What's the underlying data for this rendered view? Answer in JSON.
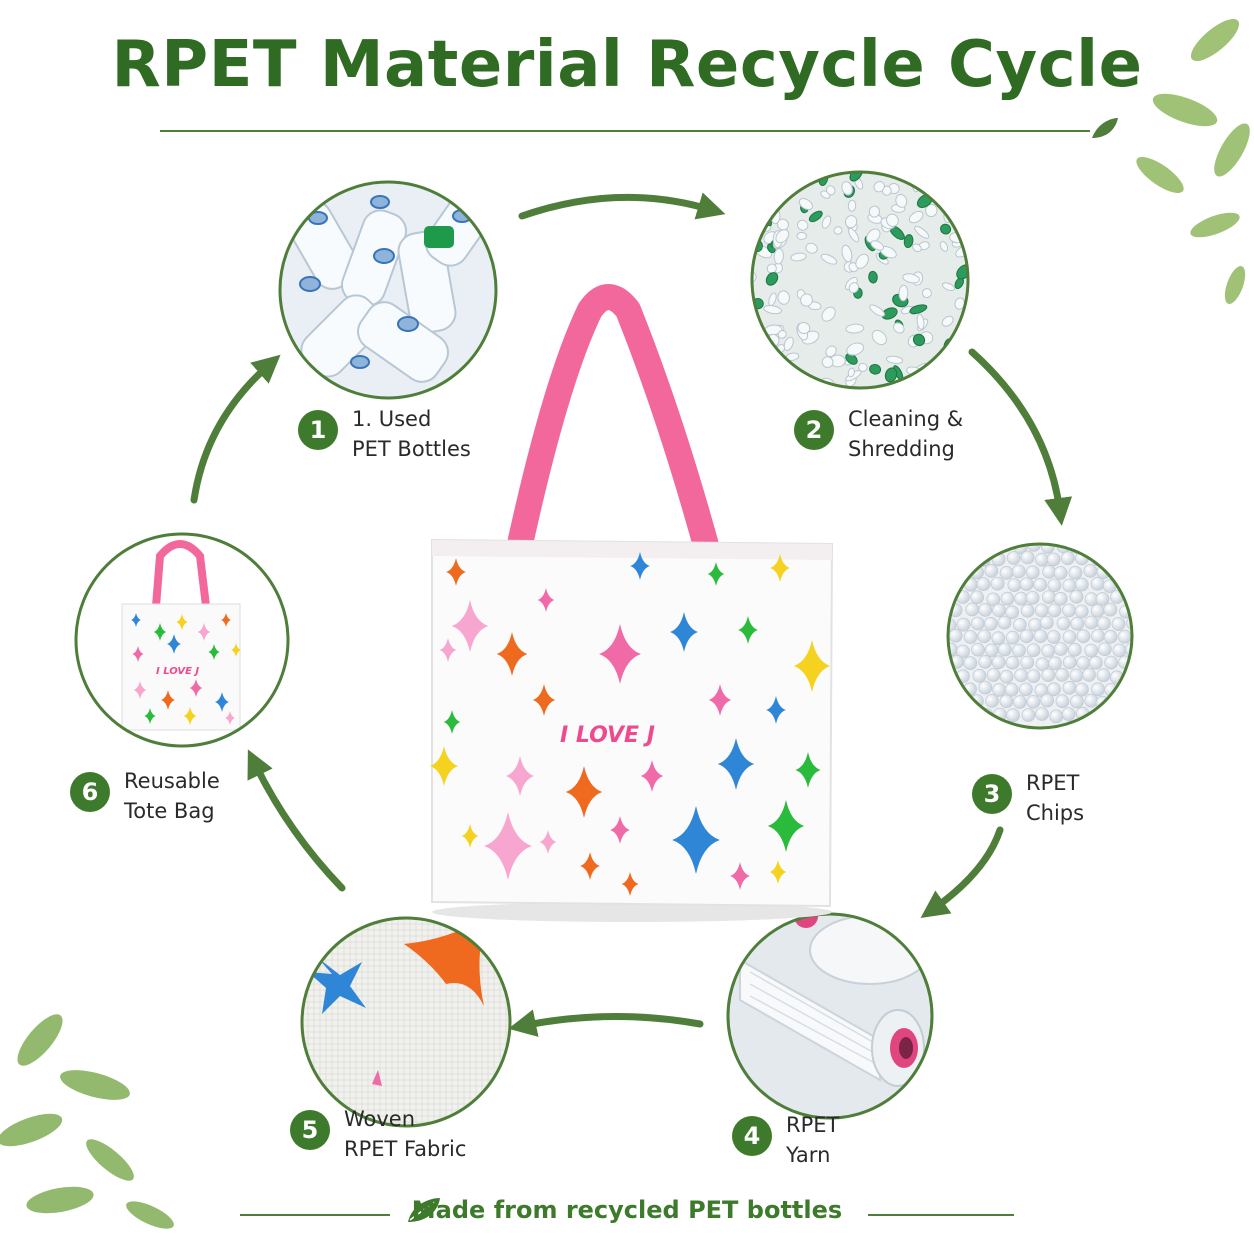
{
  "title": "RPET Material Recycle Cycle",
  "steps": [
    {
      "number": "1",
      "line1": "1. Used",
      "line2": "PET Bottles"
    },
    {
      "number": "2",
      "line1": "Cleaning &",
      "line2": "Shredding"
    },
    {
      "number": "3",
      "line1": "RPET",
      "line2": "Chips"
    },
    {
      "number": "4",
      "line1": "RPET",
      "line2": "Yarn"
    },
    {
      "number": "5",
      "line1": "Woven",
      "line2": "RPET Fabric"
    },
    {
      "number": "6",
      "line1": "Reusable",
      "line2": "Tote Bag"
    }
  ],
  "bag_print": "I LOVE J",
  "footer": "Made from recycled PET bottles",
  "colors": {
    "accent_green": "#3e7a2b",
    "title_green": "#2f6b22",
    "handle_pink": "#f2689c"
  }
}
